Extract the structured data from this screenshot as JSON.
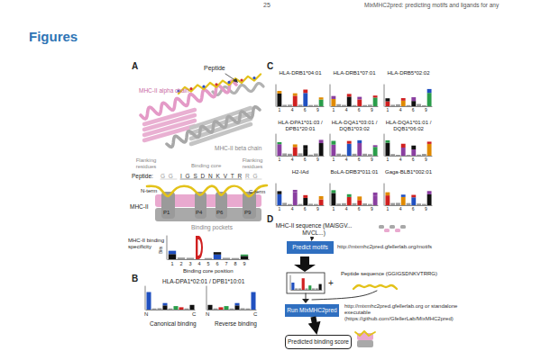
{
  "diagram": {
    "title": "Figures",
    "nodes": [
      {
        "text": [
          "MHC-II sequence (MAISGV... MVCL...)"
        ]
      },
      {
        "text": [
          "Predict motifs"
        ]
      },
      {
        "text": [
          "Run MixMHC2pred"
        ]
      },
      {
        "text": [
          "Predicted binding score"
        ]
      }
    ],
    "edges": [
      {
        "from": 0,
        "to": 1,
        "arrow": "to"
      },
      {
        "from": 2,
        "to": 3,
        "arrow": "to"
      }
    ],
    "labels": [
      "25",
      "MixMHC2pred: predicting motifs and ligands for any",
      "A",
      "Peptide",
      "MHC-II alpha chain",
      "MHC-II beta chain",
      "Flanking residues",
      "Binding core",
      "Flanking residues",
      "Peptide:",
      "G G",
      "I G S D N K V T R",
      "R G",
      "N-term",
      "C-term",
      "MHC-II",
      "P1",
      "P4",
      "P6",
      "P9",
      "Binding pockets",
      "MHC-II binding specificity",
      "Bits",
      "1 2 3 4 5 6 7 8 9",
      "Binding core position",
      "B",
      "HLA-DPA1*02:01 / DPB1*10:01",
      "N",
      "C",
      "N",
      "C",
      "Canonical binding",
      "Reverse binding",
      "C",
      "HLA-DRB1*04:01",
      "1 4 6 9",
      "HLA-DRB1*07:01",
      "1 4 6 9",
      "HLA-DRB5*02:02",
      "1 4 6 9",
      "HLA-DPA1*01:03 / DPB1*20:01",
      "1 4 6 9",
      "HLA-DQA1*03:01 / DQB1*03:02",
      "1 4 6 9",
      "HLA-DQA1*01:01 / DQB1*06:02",
      "1 4 6 9",
      "H2-IAd",
      "1 4 6 9",
      "BoLA-DRB3*011:01",
      "1 4 6 9",
      "Gaga-BLB1*002:01",
      "1 4 6 9",
      "D",
      "http://mixmhc2pred.gfellerlab.org/motifs",
      "+",
      "Peptide sequence (GGIGSDNKVTRRG)",
      "http://mixmhc2pred.gfellerlab.org or standalone executable (https://github.com/GfellerLab/MixMHC2pred)"
    ]
  }
}
